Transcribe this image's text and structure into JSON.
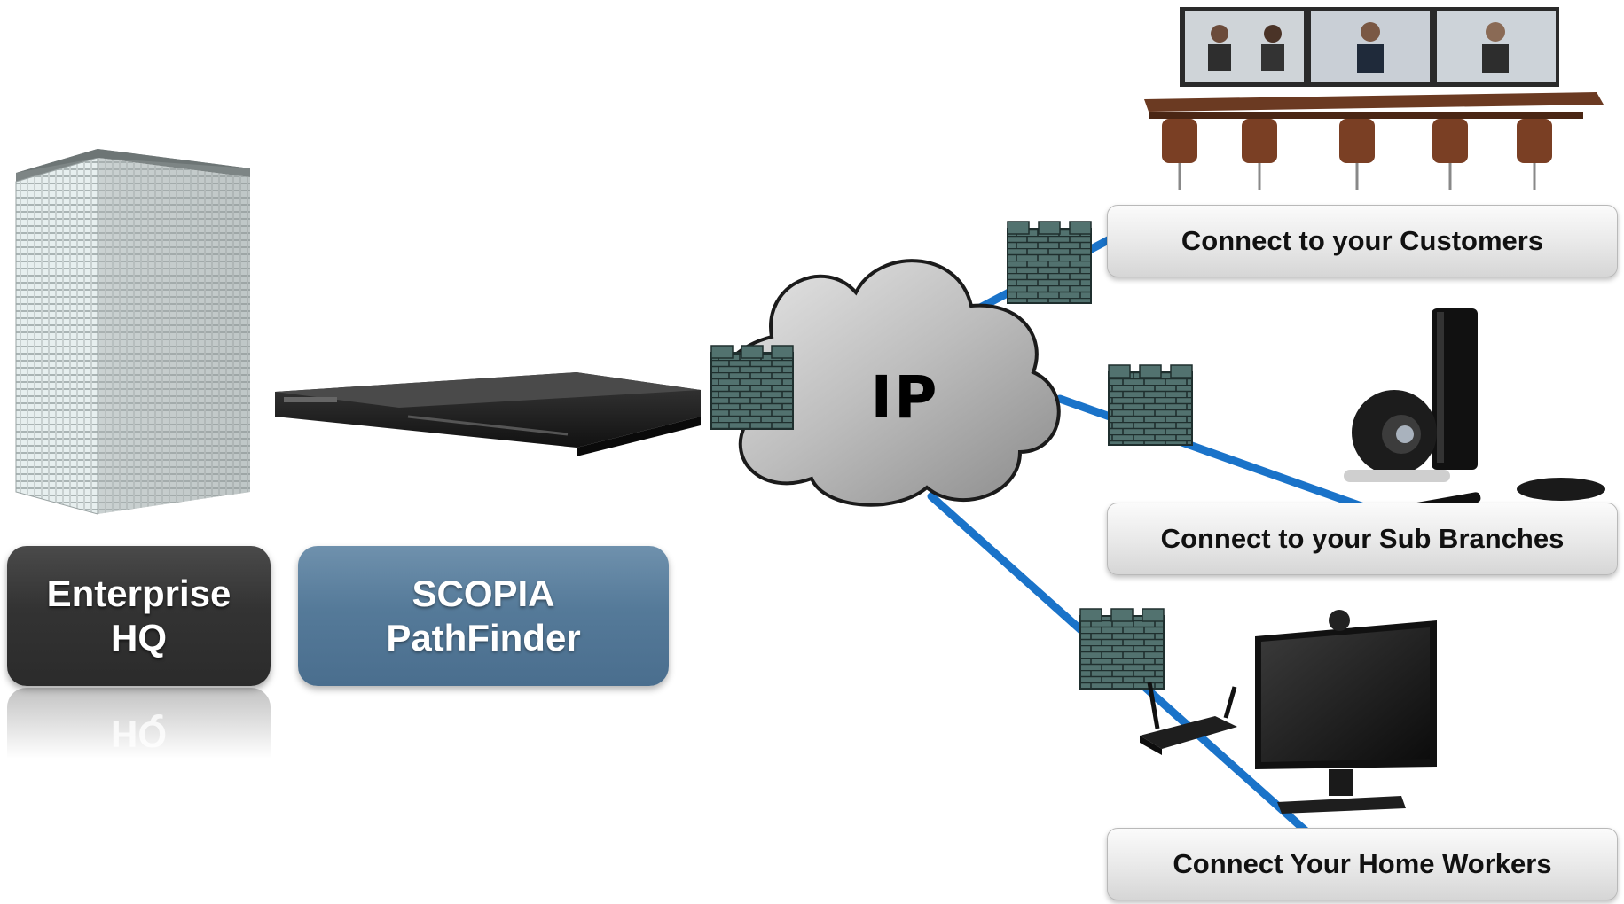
{
  "hq": {
    "line1": "Enterprise",
    "line2": "HQ",
    "reflection": "HQ"
  },
  "pathfinder": {
    "line1": "SCOPIA",
    "line2": "PathFinder"
  },
  "cloud": {
    "label": "IP"
  },
  "destinations": {
    "customers": "Connect to your Customers",
    "branches": "Connect to your Sub Branches",
    "home": "Connect Your Home Workers"
  },
  "colors": {
    "link_blue": "#1a73c9",
    "dark_box": "#333333",
    "blue_box": "#557a99",
    "firewall": "#4d6b68"
  }
}
